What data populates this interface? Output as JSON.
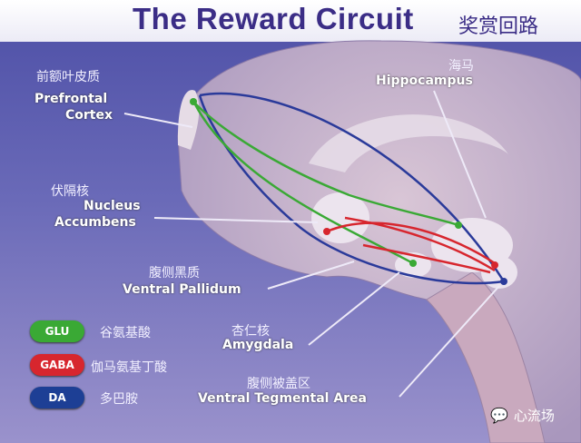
{
  "title": "The Reward Circuit",
  "title_cn": "奖赏回路",
  "labels": {
    "prefrontal": {
      "cn": "前额叶皮质",
      "en1": "Prefrontal",
      "en2": "Cortex"
    },
    "hippocampus": {
      "cn": "海马",
      "en": "Hippocampus"
    },
    "nucleus": {
      "cn": "伏隔核",
      "en1": "Nucleus",
      "en2": "Accumbens"
    },
    "pallidum": {
      "cn": "腹侧黑质",
      "en": "Ventral Pallidum"
    },
    "amygdala": {
      "cn": "杏仁核",
      "en": "Amygdala"
    },
    "vta": {
      "cn": "腹侧被盖区",
      "en": "Ventral Tegmental Area"
    }
  },
  "legend": [
    {
      "badge": "GLU",
      "label": "谷氨基酸",
      "color": "#3aa935"
    },
    {
      "badge": "GABA",
      "label": "伽马氨基丁酸",
      "color": "#d7262e"
    },
    {
      "badge": "DA",
      "label": "多巴胺",
      "color": "#1d3f95"
    }
  ],
  "watermark": "心流场"
}
